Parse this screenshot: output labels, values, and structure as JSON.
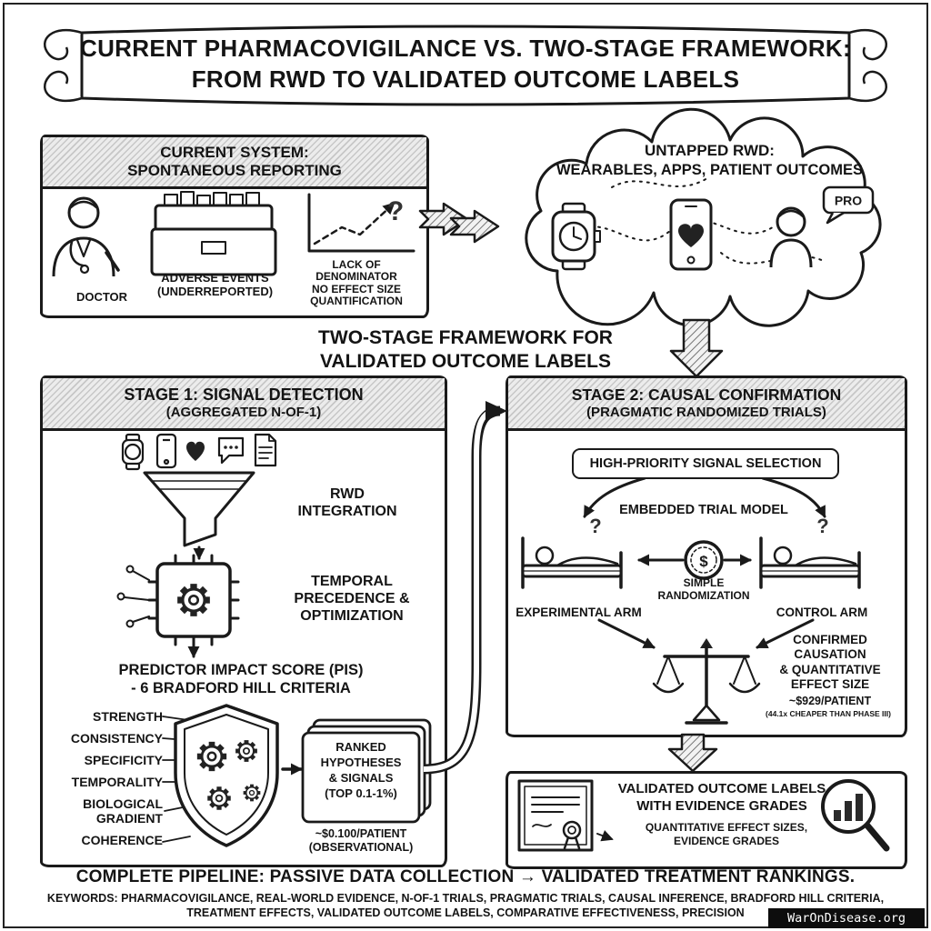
{
  "colors": {
    "ink": "#1a1a1a",
    "paper": "#ffffff",
    "header_fill": "#ececec"
  },
  "symbols": {
    "question": "?",
    "dollar": "$"
  },
  "banner": {
    "line1": "CURRENT PHARMACOVIGILANCE VS. TWO-STAGE FRAMEWORK:",
    "line2": "FROM RWD TO VALIDATED OUTCOME LABELS"
  },
  "current_system": {
    "title": "CURRENT SYSTEM:\nSPONTANEOUS REPORTING",
    "doctor_label": "DOCTOR",
    "adverse_label": "ADVERSE EVENTS\n(UNDERREPORTED)",
    "denominator_label": "LACK OF\nDENOMINATOR\nNO EFFECT SIZE\nQUANTIFICATION"
  },
  "untapped": {
    "title": "UNTAPPED RWD:",
    "subtitle": "WEARABLES, APPS, PATIENT OUTCOMES",
    "pro": "PRO"
  },
  "framework_heading": "TWO-STAGE FRAMEWORK FOR\nVALIDATED OUTCOME LABELS",
  "stage1": {
    "title": "STAGE 1: SIGNAL DETECTION",
    "subtitle": "(AGGREGATED N-OF-1)",
    "rwd_integration": "RWD\nINTEGRATION",
    "temporal": "TEMPORAL\nPRECEDENCE &\nOPTIMIZATION",
    "pis": "PREDICTOR IMPACT SCORE (PIS)\n- 6 BRADFORD HILL CRITERIA",
    "criteria": [
      "STRENGTH",
      "CONSISTENCY",
      "SPECIFICITY",
      "TEMPORALITY",
      "BIOLOGICAL\nGRADIENT",
      "COHERENCE"
    ],
    "ranked": "RANKED\nHYPOTHESES\n& SIGNALS\n(TOP 0.1-1%)",
    "cost": "~$0.100/PATIENT\n(OBSERVATIONAL)"
  },
  "stage2": {
    "title": "STAGE 2: CAUSAL CONFIRMATION",
    "subtitle": "(PRAGMATIC RANDOMIZED TRIALS)",
    "signal_selection": "HIGH-PRIORITY SIGNAL SELECTION",
    "embedded": "EMBEDDED TRIAL MODEL",
    "experimental": "EXPERIMENTAL ARM",
    "control": "CONTROL ARM",
    "randomization": "SIMPLE\nRANDOMIZATION",
    "confirmed": "CONFIRMED\nCAUSATION\n& QUANTITATIVE\nEFFECT SIZE",
    "cost": "~$929/PATIENT",
    "cost_note": "(44.1x CHEAPER THAN PHASE III)"
  },
  "validated": {
    "title": "VALIDATED OUTCOME LABELS\nWITH EVIDENCE GRADES",
    "subtitle": "QUANTITATIVE EFFECT SIZES,\nEVIDENCE GRADES"
  },
  "footer": {
    "pipeline": "COMPLETE PIPELINE: PASSIVE DATA COLLECTION → VALIDATED TREATMENT RANKINGS.",
    "keywords": "KEYWORDS: PHARMACOVIGILANCE, REAL-WORLD EVIDENCE, N-OF-1 TRIALS, PRAGMATIC TRIALS, CAUSAL INFERENCE, BRADFORD HILL CRITERIA, TREATMENT EFFECTS, VALIDATED OUTCOME LABELS, COMPARATIVE EFFECTIVENESS, PRECISION",
    "watermark": "WarOnDisease.org"
  },
  "icons": {
    "current_system": [
      "doctor-icon",
      "adverse-events-folder-icon",
      "chart-question-icon"
    ],
    "untapped": [
      "smartwatch-icon",
      "phone-heart-icon",
      "patient-icon",
      "pro-speech-bubble"
    ],
    "stage1": [
      "smartwatch-mini-icon",
      "phone-mini-icon",
      "heart-mini-icon",
      "chat-mini-icon",
      "document-mini-icon",
      "funnel-icon",
      "processor-chip-icon",
      "shield-gears-icon",
      "ranked-cards-icon"
    ],
    "stage2": [
      "experimental-bed-icon",
      "control-bed-icon",
      "randomization-coin-icon",
      "balance-scale-icon"
    ],
    "validated": [
      "certificate-icon",
      "magnifier-chart-icon"
    ]
  }
}
